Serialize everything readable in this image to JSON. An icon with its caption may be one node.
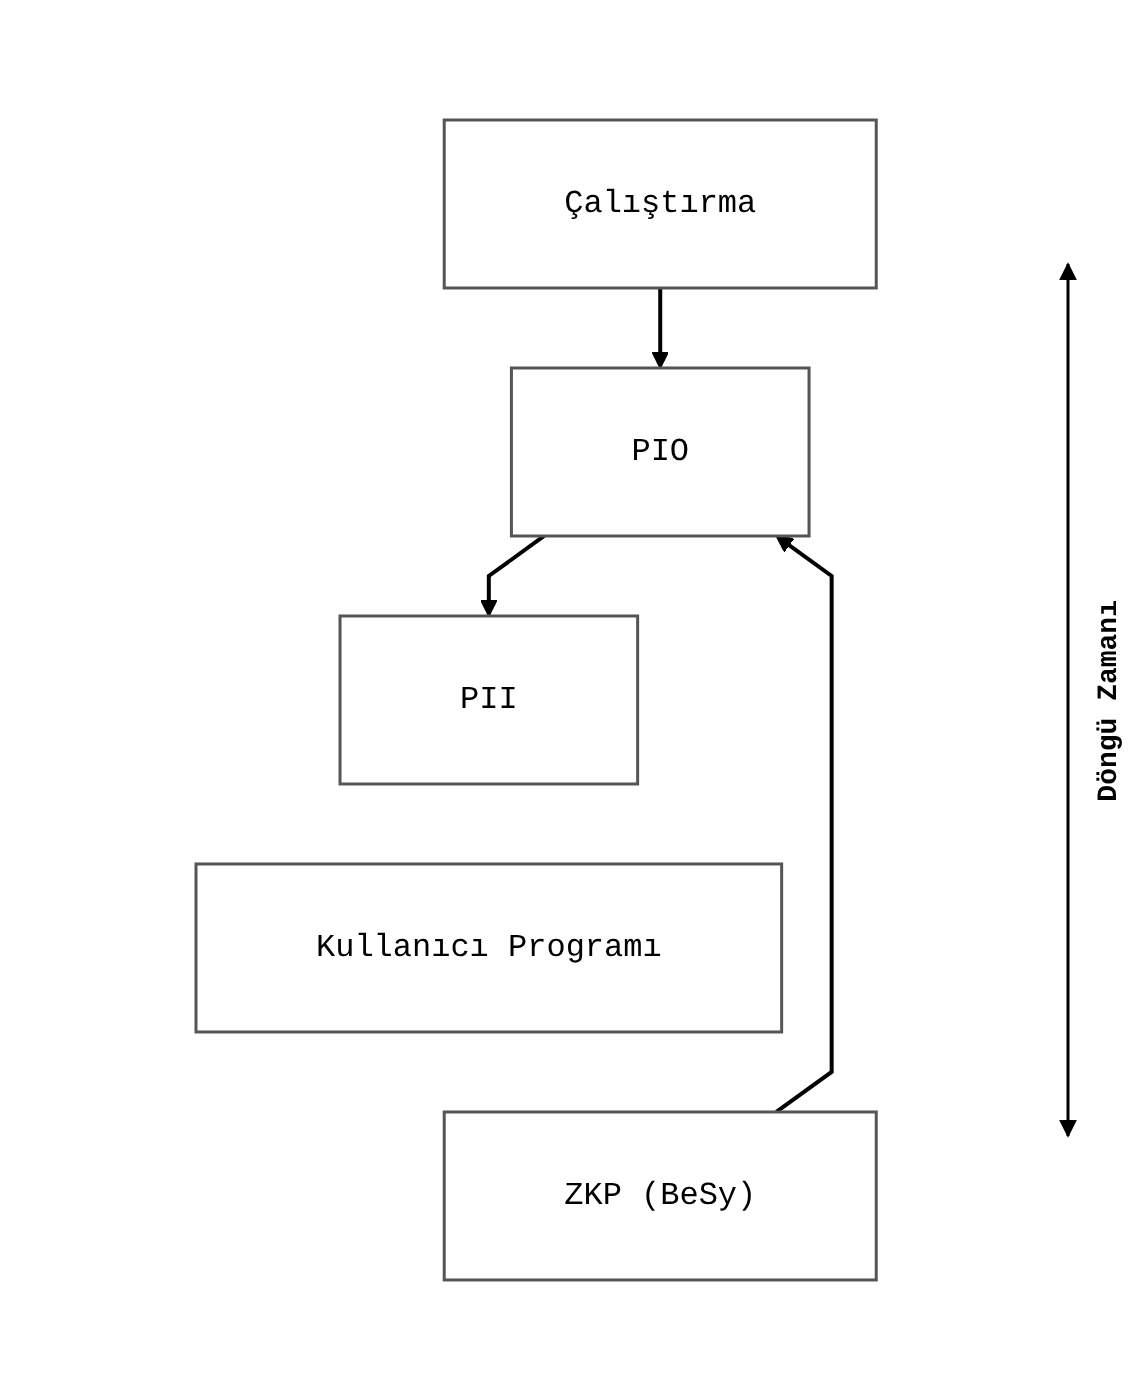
{
  "diagram": {
    "nodes": [
      {
        "text": [
          "Çalıştırma"
        ]
      },
      {
        "text": [
          "PIO"
        ]
      },
      {
        "text": [
          "PII"
        ]
      },
      {
        "text": [
          "Kullanıcı Programı"
        ]
      },
      {
        "text": [
          "ZKP (BeSy)"
        ]
      }
    ],
    "edges": [
      {
        "from": 0,
        "to": 1,
        "arrow": "to"
      },
      {
        "from": 1,
        "to": 2,
        "arrow": "to"
      },
      {
        "from": 4,
        "to": 1,
        "arrow": "to"
      }
    ],
    "labels": [
      "Döngü Zamanı"
    ]
  }
}
